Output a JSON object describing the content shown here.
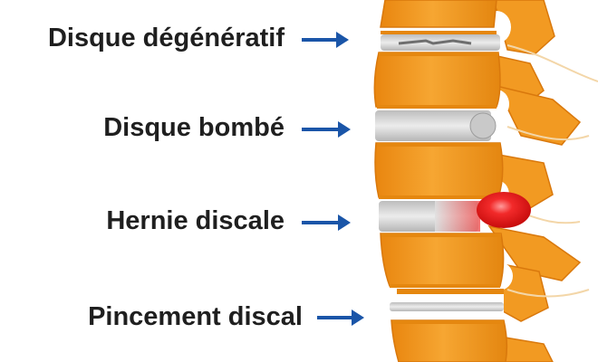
{
  "labels": {
    "degenerative": "Disque dégénératif",
    "bulging": "Disque bombé",
    "herniated": "Hernie discale",
    "pinched": "Pincement discal"
  },
  "colors": {
    "bone": "#f39a1e",
    "bone_dark": "#d9780c",
    "disc": "#cfcfcf",
    "hernia": "#e81b1b",
    "arrow": "#1a55a8",
    "text": "#1f1f1f"
  }
}
